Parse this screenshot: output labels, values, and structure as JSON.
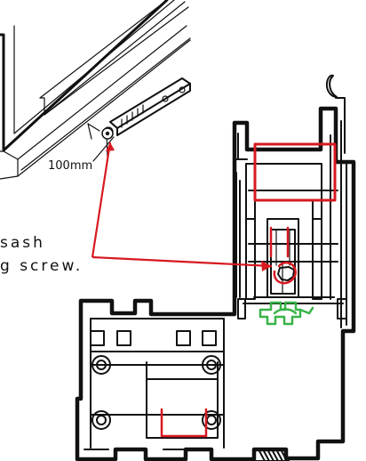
{
  "diagram": {
    "dimension_label": "100mm",
    "caption_lines": [
      "sash",
      "g screw."
    ],
    "colors": {
      "outline": "#111111",
      "highlight": "#d71920",
      "seal": "#38b449"
    }
  }
}
